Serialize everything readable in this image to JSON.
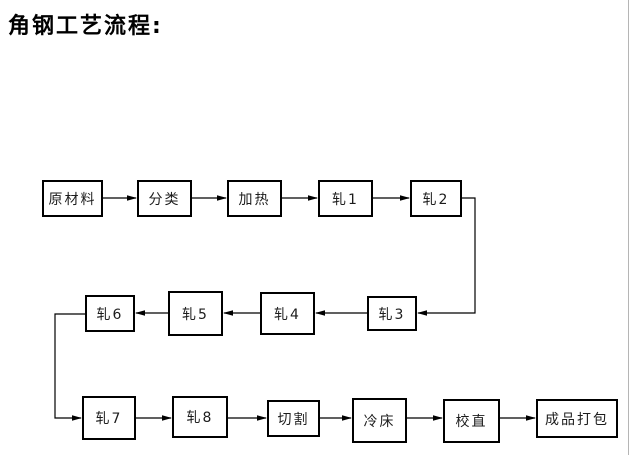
{
  "page": {
    "title": "角钢工艺流程:",
    "background": "#ffffff",
    "line_color": "#000000"
  },
  "flowchart": {
    "nodes": [
      {
        "id": "raw-material",
        "label": "原材料"
      },
      {
        "id": "sorting",
        "label": "分类"
      },
      {
        "id": "heating",
        "label": "加热"
      },
      {
        "id": "rolling-1",
        "label": "轧1"
      },
      {
        "id": "rolling-2",
        "label": "轧2"
      },
      {
        "id": "rolling-3",
        "label": "轧3"
      },
      {
        "id": "rolling-4",
        "label": "轧4"
      },
      {
        "id": "rolling-5",
        "label": "轧5"
      },
      {
        "id": "rolling-6",
        "label": "轧6"
      },
      {
        "id": "rolling-7",
        "label": "轧7"
      },
      {
        "id": "rolling-8",
        "label": "轧8"
      },
      {
        "id": "cutting",
        "label": "切割"
      },
      {
        "id": "cooling-bed",
        "label": "冷床"
      },
      {
        "id": "straightening",
        "label": "校直"
      },
      {
        "id": "packing",
        "label": "成品打包"
      }
    ],
    "edges": [
      {
        "from": "原材料",
        "to": "分类"
      },
      {
        "from": "分类",
        "to": "加热"
      },
      {
        "from": "加热",
        "to": "轧1"
      },
      {
        "from": "轧1",
        "to": "轧2"
      },
      {
        "from": "轧2",
        "to": "轧3"
      },
      {
        "from": "轧3",
        "to": "轧4"
      },
      {
        "from": "轧4",
        "to": "轧5"
      },
      {
        "from": "轧5",
        "to": "轧6"
      },
      {
        "from": "轧6",
        "to": "轧7"
      },
      {
        "from": "轧7",
        "to": "轧8"
      },
      {
        "from": "轧8",
        "to": "切割"
      },
      {
        "from": "切割",
        "to": "冷床"
      },
      {
        "from": "冷床",
        "to": "校直"
      },
      {
        "from": "校直",
        "to": "成品打包"
      }
    ]
  }
}
